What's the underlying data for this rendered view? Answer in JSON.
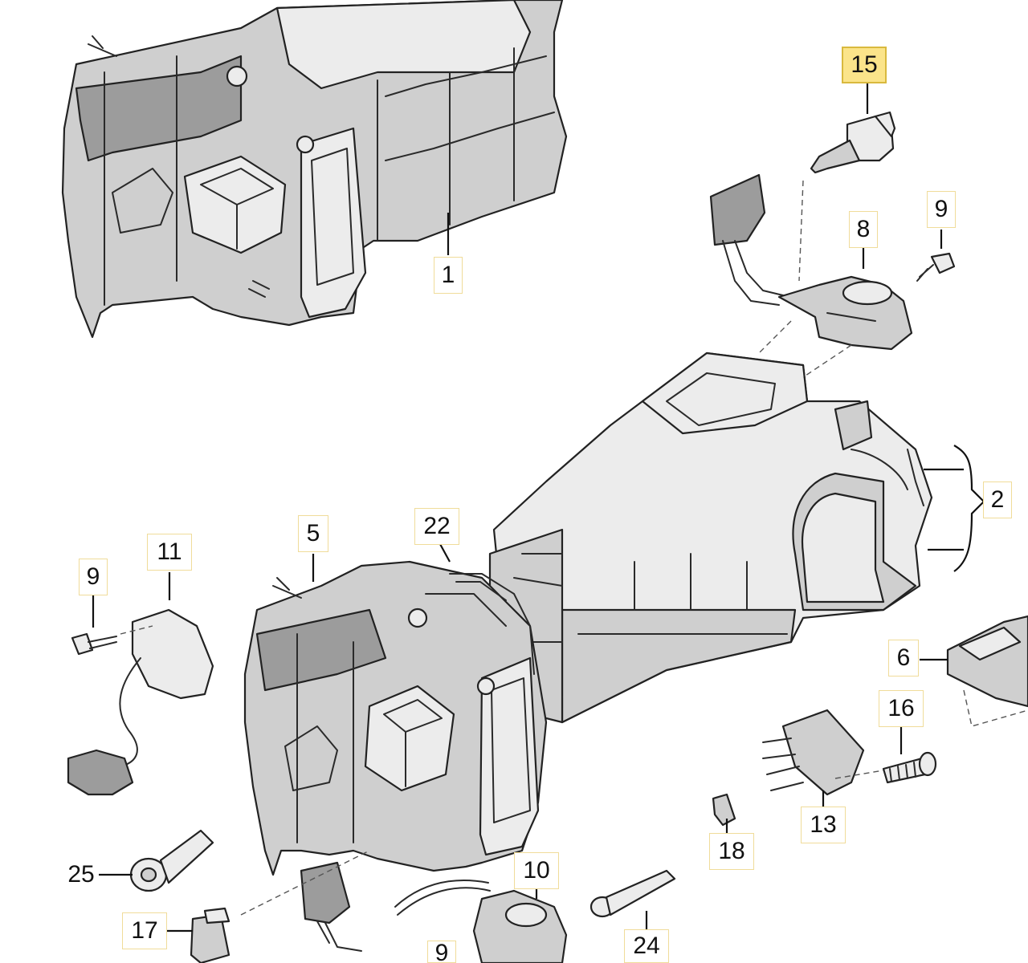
{
  "callouts": [
    {
      "id": "c15",
      "text": "15",
      "highlight": true
    },
    {
      "id": "c9a",
      "text": "9"
    },
    {
      "id": "c8",
      "text": "8"
    },
    {
      "id": "c1",
      "text": "1"
    },
    {
      "id": "c2",
      "text": "2"
    },
    {
      "id": "c5",
      "text": "5"
    },
    {
      "id": "c22",
      "text": "22"
    },
    {
      "id": "c11",
      "text": "11"
    },
    {
      "id": "c9b",
      "text": "9"
    },
    {
      "id": "c6",
      "text": "6"
    },
    {
      "id": "c16",
      "text": "16"
    },
    {
      "id": "c13",
      "text": "13"
    },
    {
      "id": "c18",
      "text": "18"
    },
    {
      "id": "c10",
      "text": "10"
    },
    {
      "id": "c25",
      "text": "25"
    },
    {
      "id": "c17",
      "text": "17"
    },
    {
      "id": "c24",
      "text": "24"
    },
    {
      "id": "c9c",
      "text": "9"
    }
  ],
  "colors": {
    "highlight_fill": "#fbe48a",
    "callout_border": "#f0dc9a",
    "part_fill": "#cfcfcf",
    "part_dark": "#9c9c9c",
    "line": "#222222"
  }
}
